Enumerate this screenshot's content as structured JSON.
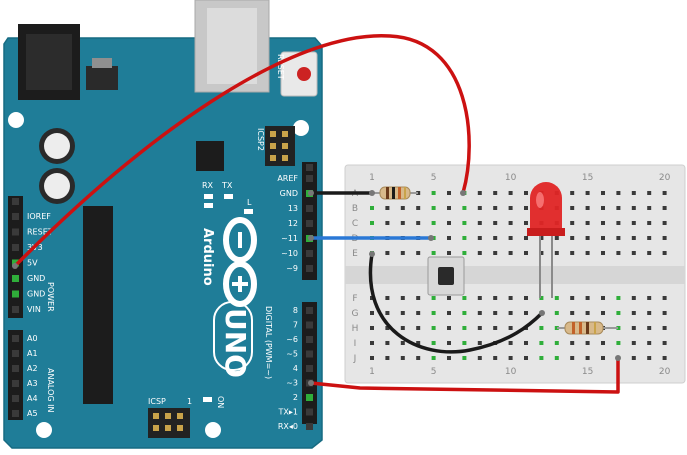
{
  "board": {
    "name": "Arduino",
    "model": "UNO",
    "on_label": "ON",
    "reset_label": "RESET",
    "icsp_label": "ICSP",
    "icsp2_label": "ICSP2",
    "icsp_pin1": "1",
    "tx_label": "TX",
    "rx_label": "RX",
    "l_label": "L",
    "digital_label": "DIGITAL (PWM=~)",
    "power_label": "POWER",
    "analog_label": "ANALOG IN",
    "left_pins": [
      "IOREF",
      "RESET",
      "3V3",
      "5V",
      "GND",
      "GND",
      "VIN",
      "A0",
      "A1",
      "A2",
      "A3",
      "A4",
      "A5"
    ],
    "right_pins": [
      "AREF",
      "GND",
      "13",
      "12",
      "~11",
      "~10",
      "~9",
      "8",
      "7",
      "~6",
      "~5",
      "4",
      "~3",
      "2",
      "TX▸1",
      "RX◂0"
    ]
  },
  "breadboard": {
    "col_numbers": [
      "1",
      "5",
      "10",
      "15",
      "20"
    ],
    "row_letters_top": [
      "A",
      "B",
      "C",
      "D",
      "E"
    ],
    "row_letters_bottom": [
      "F",
      "G",
      "H",
      "I",
      "J"
    ]
  },
  "colors": {
    "board": "#1f7d98",
    "board_edge": "#176b82",
    "wire_red": "#cc1111",
    "wire_blue": "#2a78d6",
    "wire_black": "#1a1a1a",
    "wire_gray": "#777777",
    "led": "#e02525",
    "breadboard": "#e6e6e6",
    "hole": "#3a3a3a",
    "connected_hole": "#2fae3a"
  }
}
